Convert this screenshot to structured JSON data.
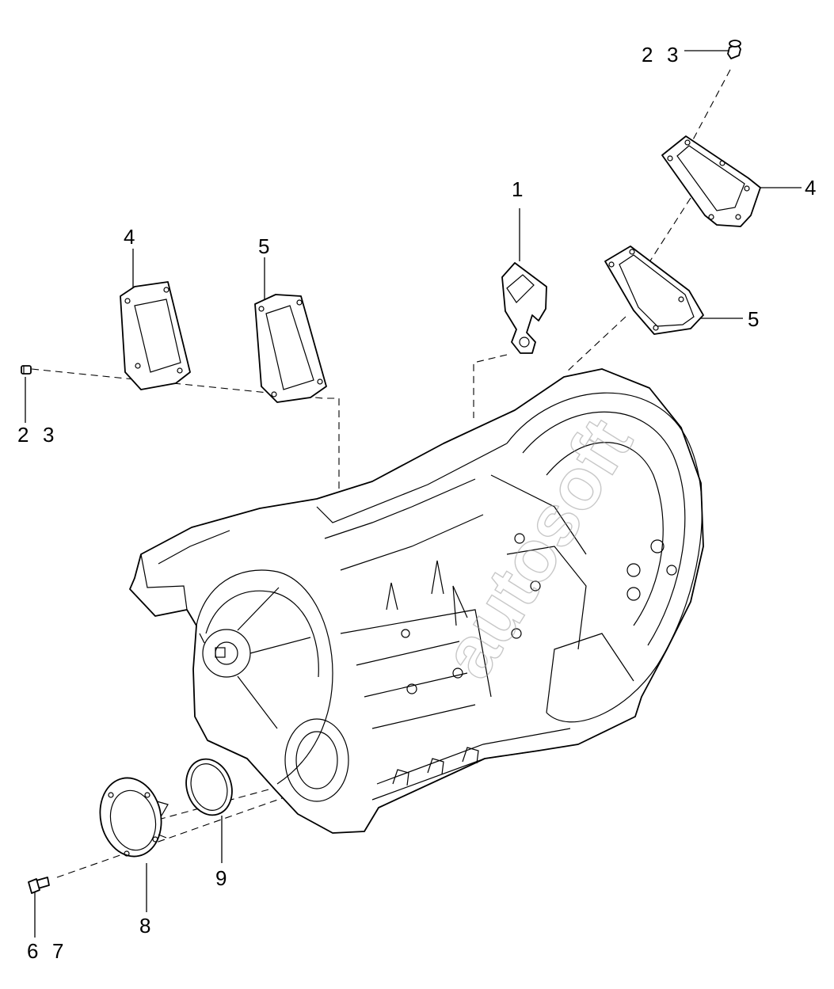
{
  "callouts": {
    "c1": "1",
    "c2_top": "2",
    "c3_top": "3",
    "c4_right": "4",
    "c5_right": "5",
    "c4_left": "4",
    "c5_left": "5",
    "c2_left": "2",
    "c3_left": "3",
    "c9": "9",
    "c8": "8",
    "c6": "6",
    "c7": "7"
  },
  "watermark": "autosoft",
  "colors": {
    "line": "#000000",
    "background": "#ffffff",
    "watermark": "#9a9a9a"
  }
}
